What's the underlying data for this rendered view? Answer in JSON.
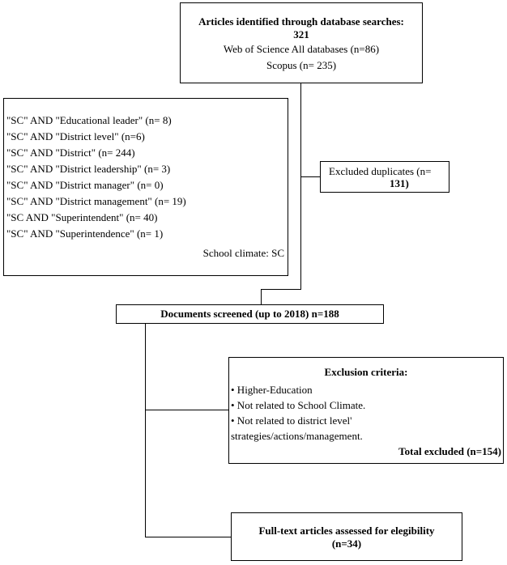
{
  "identified": {
    "title": "Articles identified through database searches:",
    "count": "321",
    "sources": [
      "Web of Science All databases (n=86)",
      "Scopus (n= 235)"
    ]
  },
  "searches": {
    "lines": [
      "\"SC\" AND \"Educational leader\" (n= 8)",
      "\"SC\" AND \"District level\" (n=6)",
      "\"SC\" AND \"District\" (n= 244)",
      "\"SC\" AND \"District leadership\" (n= 3)",
      "\"SC\" AND \"District manager\" (n= 0)",
      "\"SC\" AND \"District management\" (n= 19)",
      "\"SC AND \"Superintendent\" (n= 40)",
      "\"SC\" AND \"Superintendence\" (n= 1)"
    ],
    "note": "School climate: SC"
  },
  "duplicates": {
    "line1": "Excluded duplicates (n=",
    "line2": "131)"
  },
  "screened": {
    "label": "Documents screened (up to 2018) n=188"
  },
  "exclusion": {
    "title": "Exclusion criteria:",
    "items": [
      "• Higher-Education",
      "• Not related to School Climate.",
      "• Not related to district level'",
      "strategies/actions/management."
    ],
    "total": "Total excluded (n=154)"
  },
  "fulltext": {
    "line1": "Full-text articles assessed for elegibility",
    "line2": "(n=34)"
  }
}
